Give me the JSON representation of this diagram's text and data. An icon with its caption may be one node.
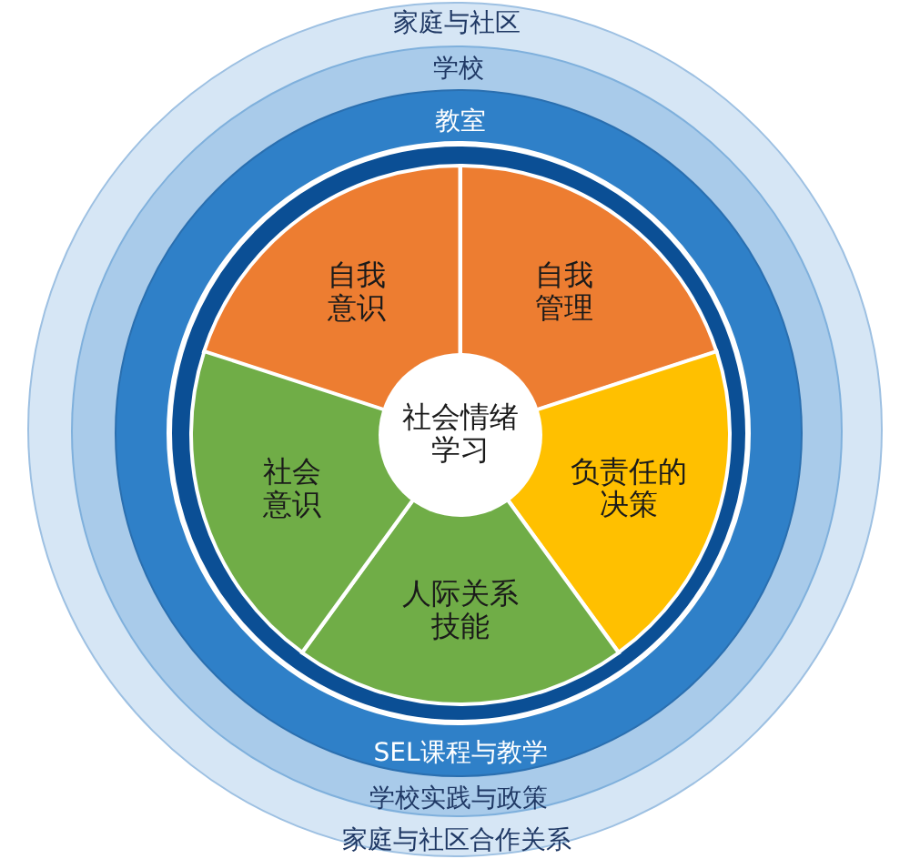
{
  "diagram": {
    "nodes": [
      {
        "text": [
          "家庭与社区",
          "家庭与社区合作关系"
        ]
      },
      {
        "text": [
          "学校",
          "学校实践与政策"
        ],
        "in": 0
      },
      {
        "text": [
          "教室",
          "SEL课程与教学"
        ],
        "in": 1
      },
      {
        "text": [
          "自我意识"
        ],
        "in": 2
      },
      {
        "text": [
          "自我管理"
        ],
        "in": 2
      },
      {
        "text": [
          "负责任的决策"
        ],
        "in": 2
      },
      {
        "text": [
          "人际关系技能"
        ],
        "in": 2
      },
      {
        "text": [
          "社会意识"
        ],
        "in": 2
      },
      {
        "text": [
          "社会情绪学习"
        ],
        "in": 2
      }
    ],
    "edges": []
  }
}
